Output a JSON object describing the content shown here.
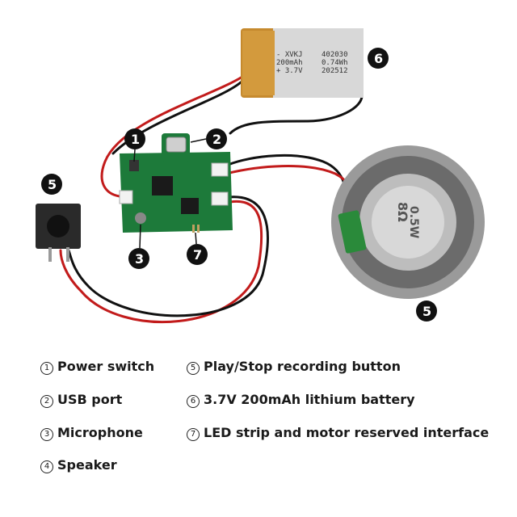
{
  "battery": {
    "line1_left": "- XVKJ",
    "line1_right": "402030",
    "line2_left": "200mAh",
    "line2_right": "0.74Wh",
    "line3_left": "+ 3.7V",
    "line3_right": "202512"
  },
  "speaker_label": {
    "ohm": "8Ω",
    "watt": "0.5W"
  },
  "callouts": {
    "c1": "1",
    "c2": "2",
    "c3": "3",
    "c5a": "5",
    "c5b": "5",
    "c6": "6",
    "c7": "7"
  },
  "legend": {
    "items": [
      {
        "num": "1",
        "text": "Power switch"
      },
      {
        "num": "2",
        "text": "USB port"
      },
      {
        "num": "3",
        "text": "Microphone"
      },
      {
        "num": "4",
        "text": "Speaker"
      },
      {
        "num": "5",
        "text": "Play/Stop recording button"
      },
      {
        "num": "6",
        "text": "3.7V 200mAh lithium battery"
      },
      {
        "num": "7",
        "text": "LED strip and motor reserved interface"
      }
    ]
  }
}
